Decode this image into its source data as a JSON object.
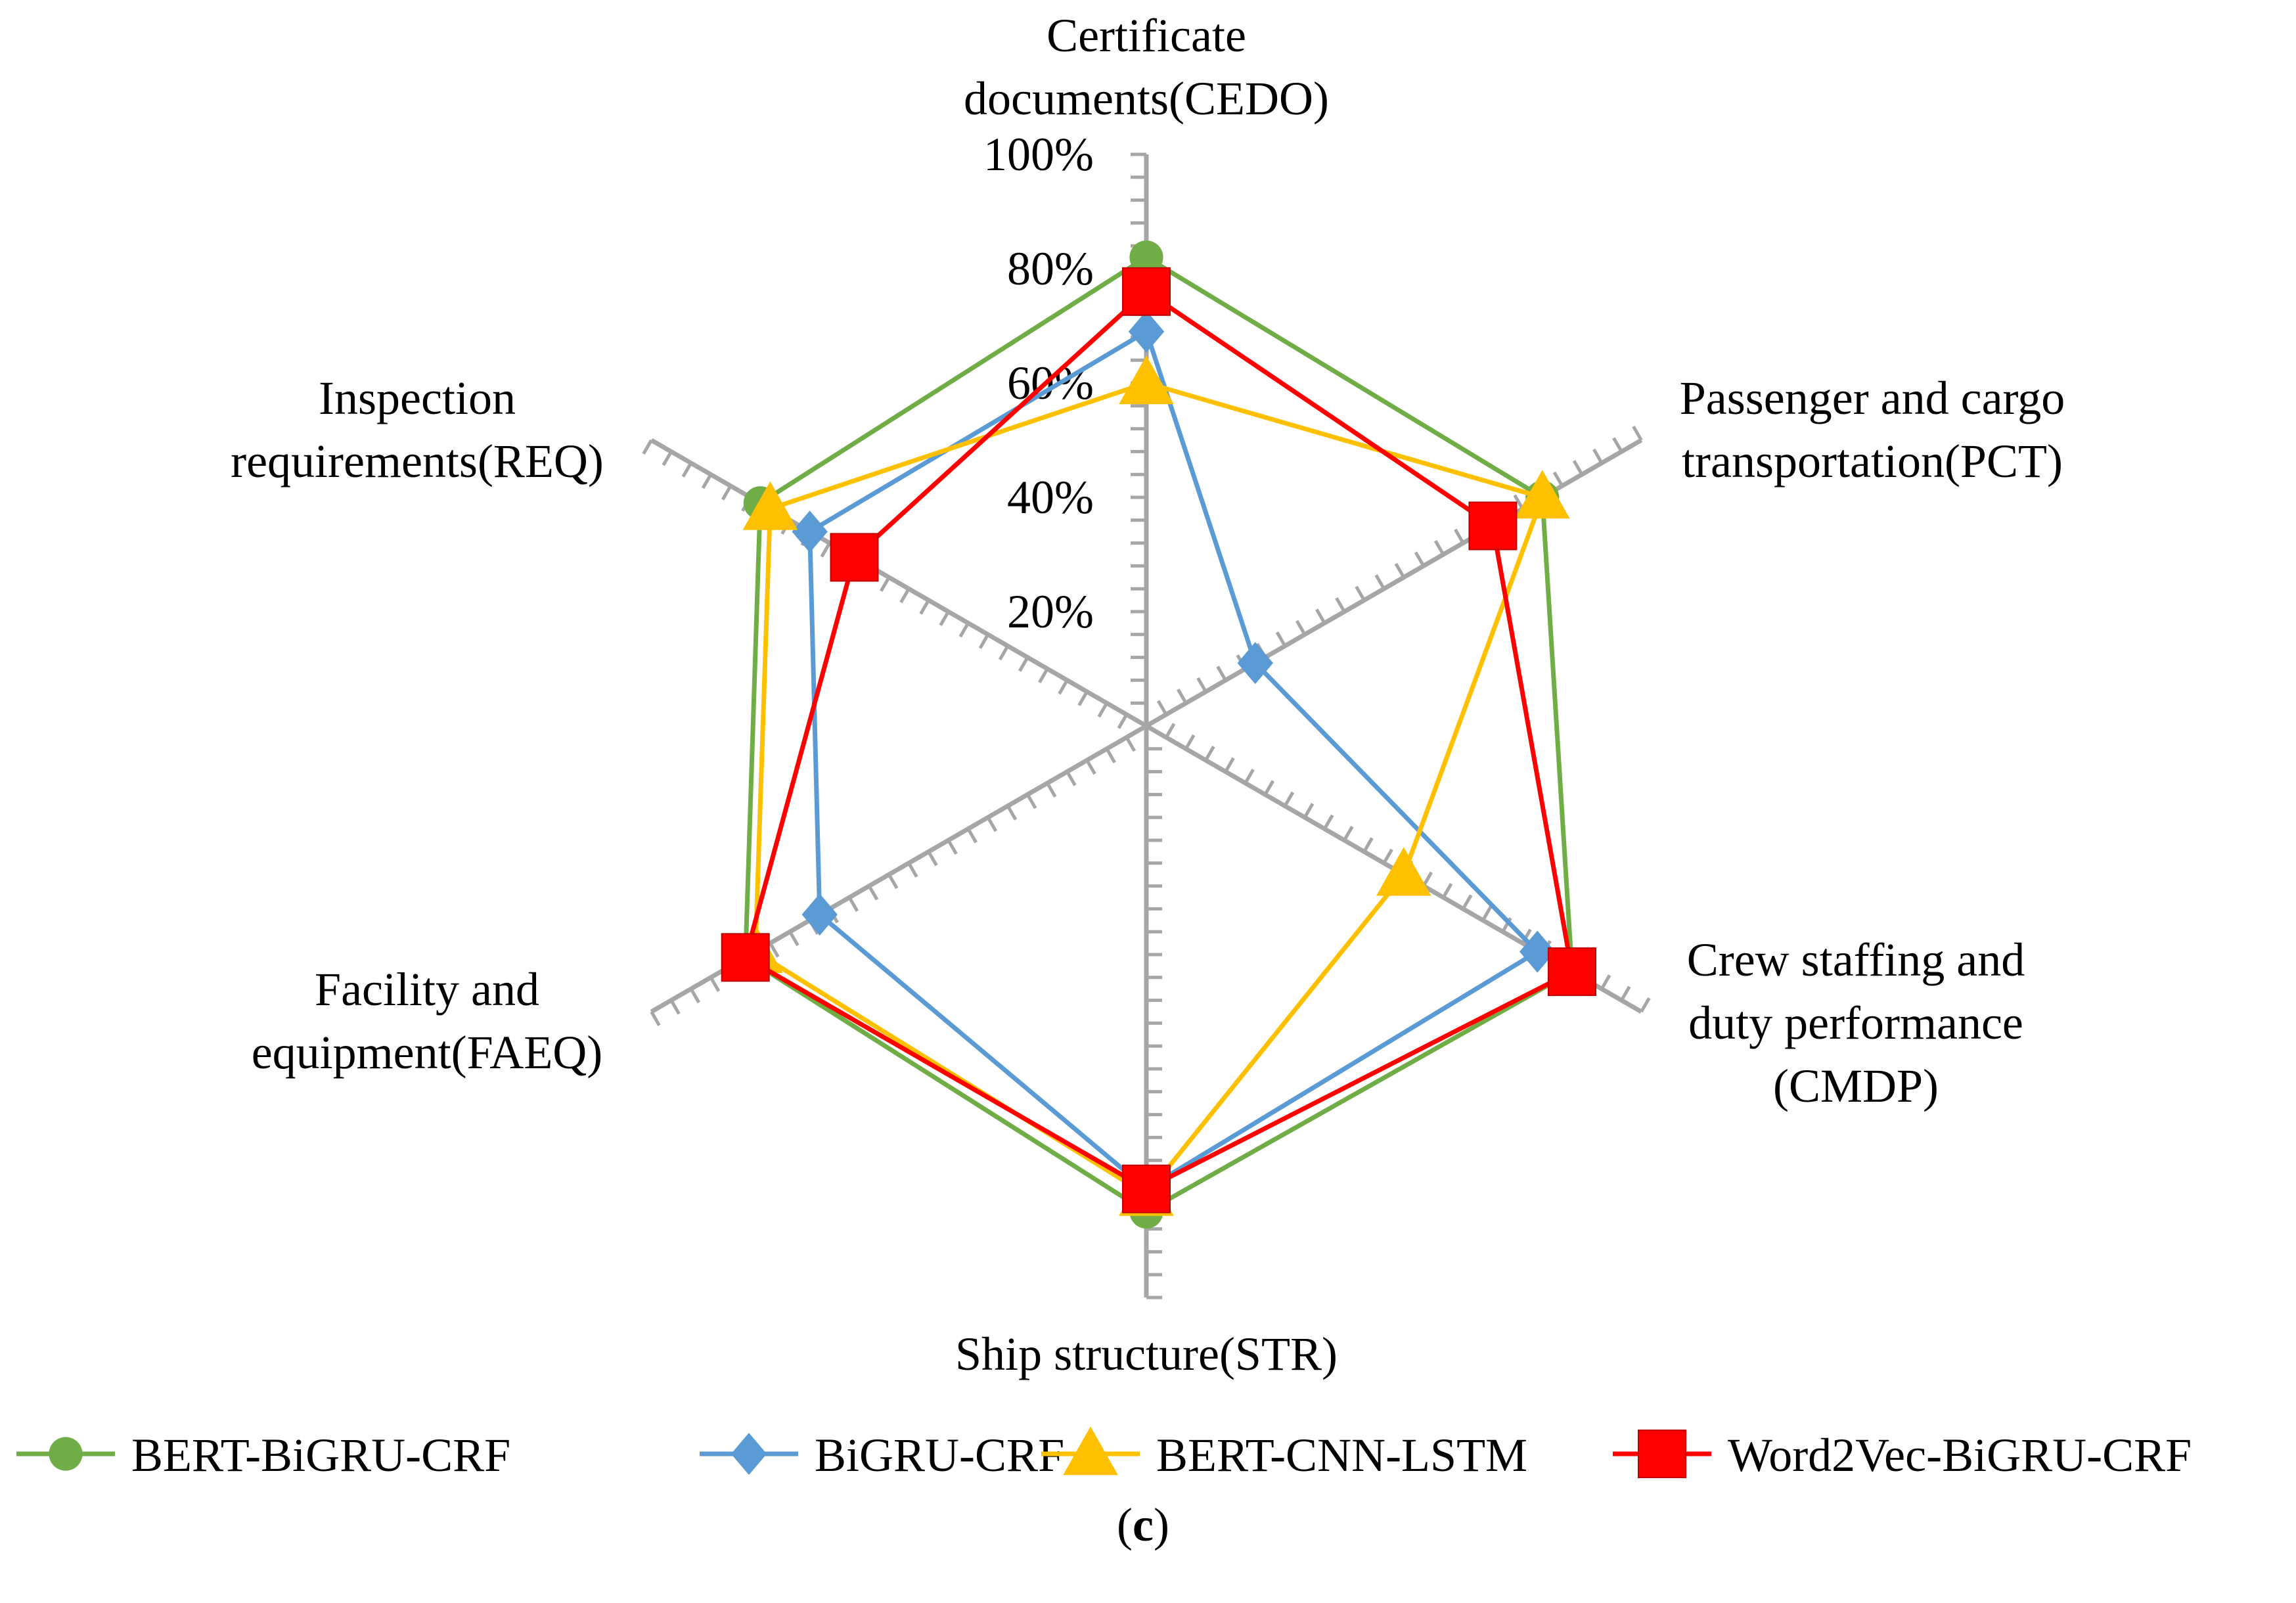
{
  "chart_data": {
    "type": "radar",
    "panel_label": {
      "open": "(",
      "letter": "c",
      "close": ")"
    },
    "axes": [
      {
        "lines": [
          "Certificate",
          "documents(CEDO)"
        ]
      },
      {
        "lines": [
          "Passenger and cargo",
          "transportation(PCT)"
        ]
      },
      {
        "lines": [
          "Crew staffing and",
          "duty performance",
          "(CMDP)"
        ]
      },
      {
        "lines": [
          "Ship structure(STR)"
        ]
      },
      {
        "lines": [
          "Facility and",
          "equipment(FAEQ)"
        ]
      },
      {
        "lines": [
          "Inspection",
          "requirements(REQ)"
        ]
      }
    ],
    "tick_labels": [
      "20%",
      "40%",
      "60%",
      "80%",
      "100%"
    ],
    "tick_values": [
      0.2,
      0.4,
      0.6,
      0.8,
      1.0
    ],
    "rmin": 0,
    "rmax": 1.0,
    "minor_tick_step": 0.04,
    "series": [
      {
        "name": "BERT-BiGRU-CRF",
        "color": "#70AD47",
        "marker": "circle",
        "values": [
          0.82,
          0.8,
          0.86,
          0.85,
          0.81,
          0.78
        ]
      },
      {
        "name": "BiGRU-CRF",
        "color": "#5B9BD5",
        "marker": "diamond",
        "values": [
          0.69,
          0.22,
          0.79,
          0.81,
          0.66,
          0.68
        ]
      },
      {
        "name": "BERT-CNN-LSTM",
        "color": "#FFC000",
        "marker": "triangle",
        "values": [
          0.6,
          0.8,
          0.52,
          0.82,
          0.79,
          0.76
        ]
      },
      {
        "name": "Word2Vec-BiGRU-CRF",
        "color": "#FF0000",
        "marker": "square",
        "values": [
          0.76,
          0.7,
          0.86,
          0.81,
          0.81,
          0.59
        ]
      }
    ]
  }
}
